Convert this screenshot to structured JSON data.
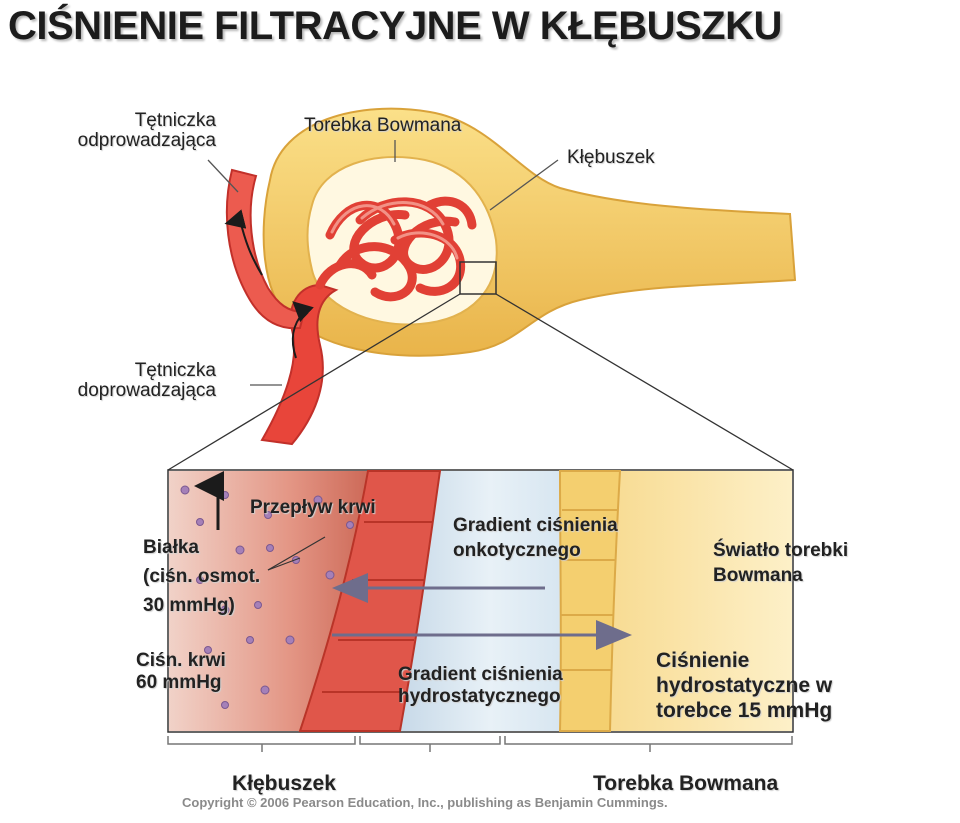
{
  "title": "CIŚNIENIE FILTRACYJNE W KŁĘBUSZKU",
  "labels": {
    "efferent_line1": "Tętniczka",
    "efferent_line2": "odprowadzająca",
    "bowman_top": "Torebka Bowmana",
    "glomerulus_top": "Kłębuszek",
    "afferent_line1": "Tętniczka",
    "afferent_line2": "doprowadzająca",
    "blood_flow": "Przepływ krwi",
    "proteins_line1": "Białka",
    "proteins_line2": "(ciśn. osmot.",
    "proteins_line3": "30 mmHg)",
    "blood_pressure_line1": "Ciśn. krwi",
    "blood_pressure_line2": "60 mmHg",
    "oncotic_line1": "Gradient ciśnienia",
    "oncotic_line2": "onkotycznego",
    "hydrostatic_line1": "Gradient ciśnienia",
    "hydrostatic_line2": "hydrostatycznego",
    "lumen_line1": "Światło torebki",
    "lumen_line2": "Bowmana",
    "capsule_pressure_line1": "Ciśnienie",
    "capsule_pressure_line2": "hydrostatyczne w",
    "capsule_pressure_line3": "torebce 15 mmHg",
    "glomerulus_bottom": "Kłębuszek",
    "bowman_bottom": "Torebka Bowmana"
  },
  "copyright": "Copyright © 2006 Pearson Education, Inc., publishing as Benjamin Cummings.",
  "colors": {
    "capsule": "#f0c25a",
    "capsule_light": "#ffe79c",
    "vessel": "#e8453a",
    "vessel_light": "#f7907f",
    "plasma": "#c65a48",
    "membrane_blue": "#d6e6f0",
    "lumen": "#fbe3a3",
    "arrow": "#6e6d8c",
    "protein": "#a580b8"
  }
}
